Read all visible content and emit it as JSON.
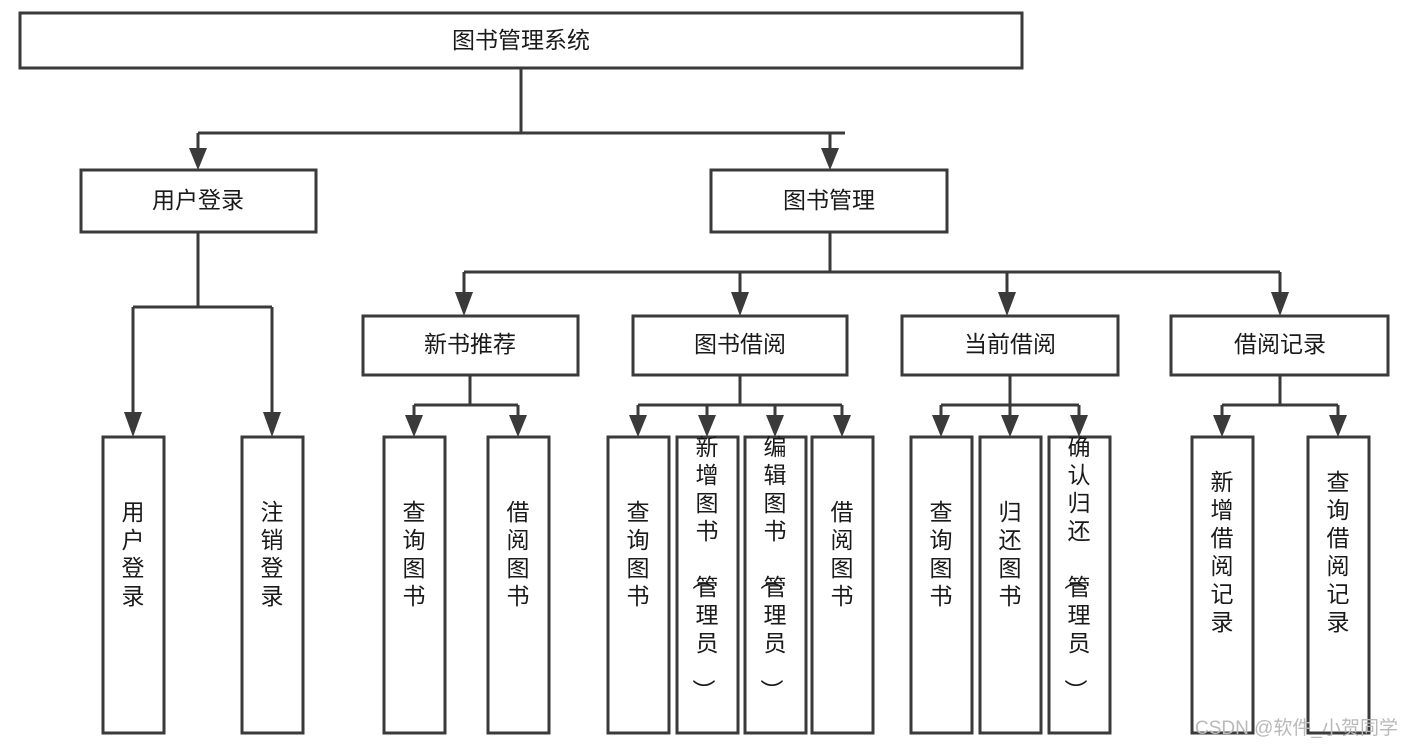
{
  "diagram": {
    "type": "hierarchy-tree",
    "title": "图书管理系统",
    "orientation": "top-down",
    "levels": 4,
    "root": {
      "label": "图书管理系统",
      "level": 1
    },
    "level2": [
      {
        "id": "user-login",
        "label": "用户登录"
      },
      {
        "id": "book-management",
        "label": "图书管理"
      }
    ],
    "level3": [
      {
        "id": "new-book-recommend",
        "label": "新书推荐",
        "parent": "book-management"
      },
      {
        "id": "book-borrow",
        "label": "图书借阅",
        "parent": "book-management"
      },
      {
        "id": "current-borrow",
        "label": "当前借阅",
        "parent": "book-management"
      },
      {
        "id": "borrow-record",
        "label": "借阅记录",
        "parent": "book-management"
      }
    ],
    "leaves": {
      "user-login": [
        {
          "id": "leaf-user-login",
          "label": "用户登录"
        },
        {
          "id": "leaf-logout-login",
          "label": "注销登录"
        }
      ],
      "new-book-recommend": [
        {
          "id": "leaf-query-book-1",
          "label": "查询图书"
        },
        {
          "id": "leaf-borrow-book-1",
          "label": "借阅图书"
        }
      ],
      "book-borrow": [
        {
          "id": "leaf-query-book-2",
          "label": "查询图书"
        },
        {
          "id": "leaf-add-book",
          "label": "新增图书（管理员）"
        },
        {
          "id": "leaf-edit-book",
          "label": "编辑图书（管理员）"
        },
        {
          "id": "leaf-borrow-book-2",
          "label": "借阅图书"
        }
      ],
      "current-borrow": [
        {
          "id": "leaf-query-book-3",
          "label": "查询图书"
        },
        {
          "id": "leaf-return-book",
          "label": "归还图书"
        },
        {
          "id": "leaf-confirm-return",
          "label": "确认归还（管理员）"
        }
      ],
      "borrow-record": [
        {
          "id": "leaf-add-record",
          "label": "新增借阅记录"
        },
        {
          "id": "leaf-query-record",
          "label": "查询借阅记录"
        }
      ]
    }
  },
  "watermark": {
    "text": "CSDN @软件_小贺同学"
  },
  "colors": {
    "stroke": "#3a3a3a",
    "box_fill": "#ffffff",
    "text": "#1a1a1a",
    "background": "#ffffff",
    "watermark": "#b9b9b9"
  }
}
